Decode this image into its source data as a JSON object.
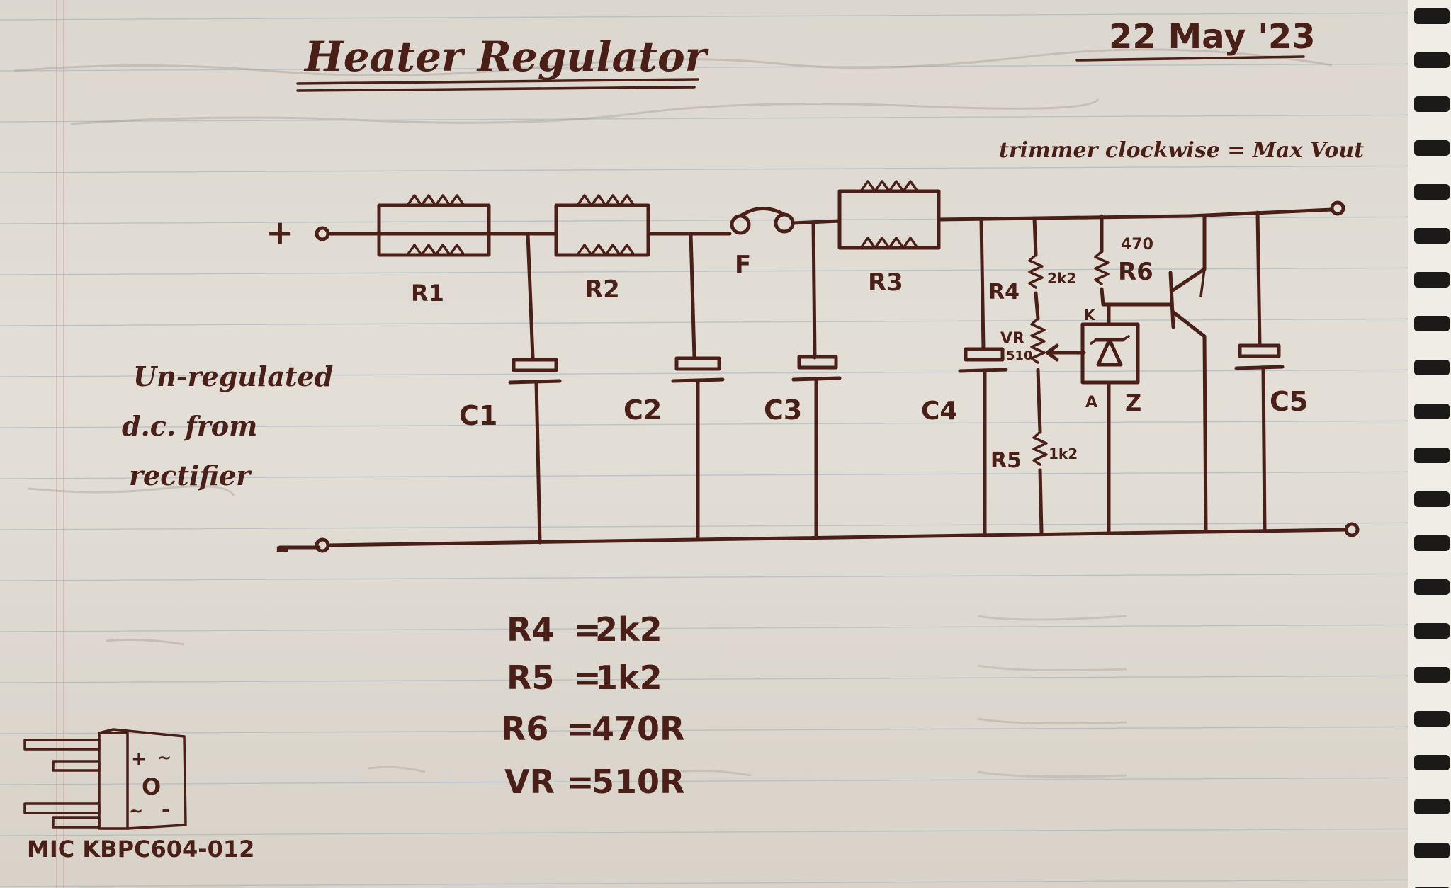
{
  "title": "Heater Regulator",
  "date": "22 May '23",
  "note_top": "trimmer clockwise = Max Vout",
  "terminals": {
    "plus": "+",
    "minus": "-"
  },
  "source_label": [
    "Un-regulated",
    "d.c. from",
    "rectifier"
  ],
  "components": {
    "r1": "R1",
    "r2": "R2",
    "r3": "R3",
    "fuse": "F",
    "c1": "C1",
    "c2": "C2",
    "c3": "C3",
    "c4": "C4",
    "c5": "C5",
    "r4": "R4",
    "r4_value": "2k2",
    "r5": "R5",
    "r5_value": "1k2",
    "r6": "R6",
    "r6_value": "470",
    "vr": "VR",
    "vr_value": "510",
    "zener": "Z",
    "zener_k": "K",
    "zener_a": "A"
  },
  "value_table": [
    {
      "name": "R4",
      "value": "2k2"
    },
    {
      "name": "R5",
      "value": "1k2"
    },
    {
      "name": "R6",
      "value": "470R"
    },
    {
      "name": "VR",
      "value": "510R"
    }
  ],
  "bridge_label": "MIC KBPC604-012",
  "bridge_marks": {
    "plus": "+",
    "ac": "~",
    "minus": "-",
    "hole": "O"
  },
  "colors": {
    "ink": "#4a1f17",
    "paper": "#e0dbd2",
    "rule": "#9fb0c4",
    "margin": "#c98d8d"
  }
}
